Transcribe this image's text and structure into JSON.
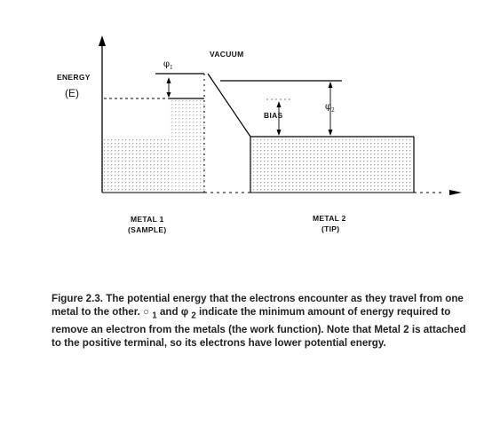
{
  "diagram": {
    "axis_label": "ENERGY",
    "axis_symbol": "(E)",
    "vacuum_label": "VACUUM",
    "bias_label": "BIAS",
    "phi1_label": "φ",
    "phi1_sub": "1",
    "phi2_label": "φ",
    "phi2_sub": "2",
    "metal1_name": "METAL 1",
    "metal1_sub": "(SAMPLE)",
    "metal2_name": "METAL 2",
    "metal2_sub": "(TIP)"
  },
  "caption": {
    "figure_label": "Figure 2.3.",
    "text_a": "The potential energy that the electrons encounter as they travel from one metal to the other.",
    "sym1": "○",
    "sub1": "1",
    "and": "and",
    "sym2": "φ",
    "sub2": "2",
    "text_b": "indicate the minimum amount of energy required to remove an electron from the metals (the work function). Note that Metal 2 is attached to the positive terminal, so its electrons have lower potential energy."
  }
}
